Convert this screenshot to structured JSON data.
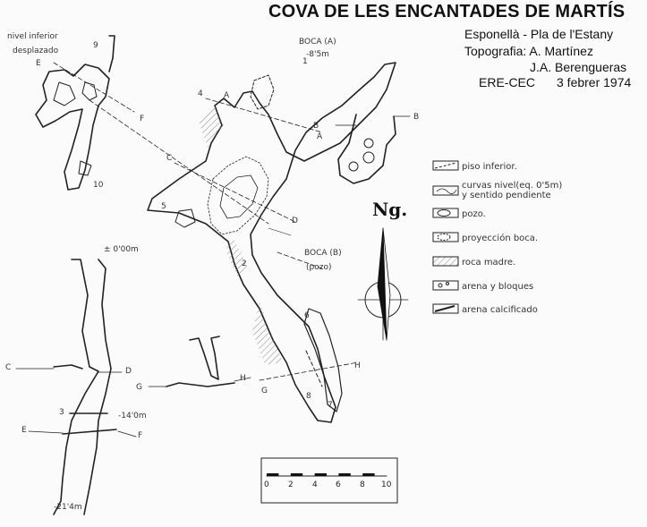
{
  "header": {
    "title": "COVA DE LES ENCANTADES DE MARTÍS",
    "location": "Esponellà - Pla de l'Estany",
    "topography_1": "Topografia: A. Martínez",
    "topography_2": "J.A. Berengueras",
    "credit": "ERE-CEC",
    "date": "3 febrer 1974"
  },
  "map": {
    "label_lower_level": "nivel inferior",
    "label_displaced": "desplazado",
    "entrance_a": "BOCA (A)",
    "entrance_a_depth": "-8'5m",
    "entrance_b": "BOCA (B)",
    "entrance_b_note": "(pozo)",
    "section_zero": "± 0'00m",
    "section_depth_1": "-14'0m",
    "section_depth_2": "-21'4m",
    "point_numbers": [
      "1",
      "2",
      "3",
      "4",
      "5",
      "6",
      "7",
      "8",
      "9",
      "10"
    ],
    "section_letters": [
      "A",
      "B",
      "C",
      "D",
      "E",
      "F",
      "G",
      "H"
    ]
  },
  "north": {
    "label": "Ng."
  },
  "legend": {
    "items": [
      {
        "label": "piso inferior.",
        "icon": "dashed-line-symbol"
      },
      {
        "label": "curvas nivel(eq. 0'5m)",
        "label2": "y sentido pendiente",
        "icon": "contour-symbol"
      },
      {
        "label": "pozo.",
        "icon": "pit-symbol"
      },
      {
        "label": "proyección boca.",
        "icon": "entrance-projection-symbol"
      },
      {
        "label": "roca madre.",
        "icon": "bedrock-hatch-symbol"
      },
      {
        "label": "arena y bloques",
        "icon": "sand-blocks-symbol"
      },
      {
        "label": "arena calcificado",
        "icon": "calcified-sand-symbol"
      }
    ]
  },
  "scale": {
    "ticks": [
      "0",
      "2",
      "4",
      "6",
      "8",
      "10"
    ]
  },
  "colors": {
    "ink": "#222222",
    "background": "#fbfbfb"
  }
}
